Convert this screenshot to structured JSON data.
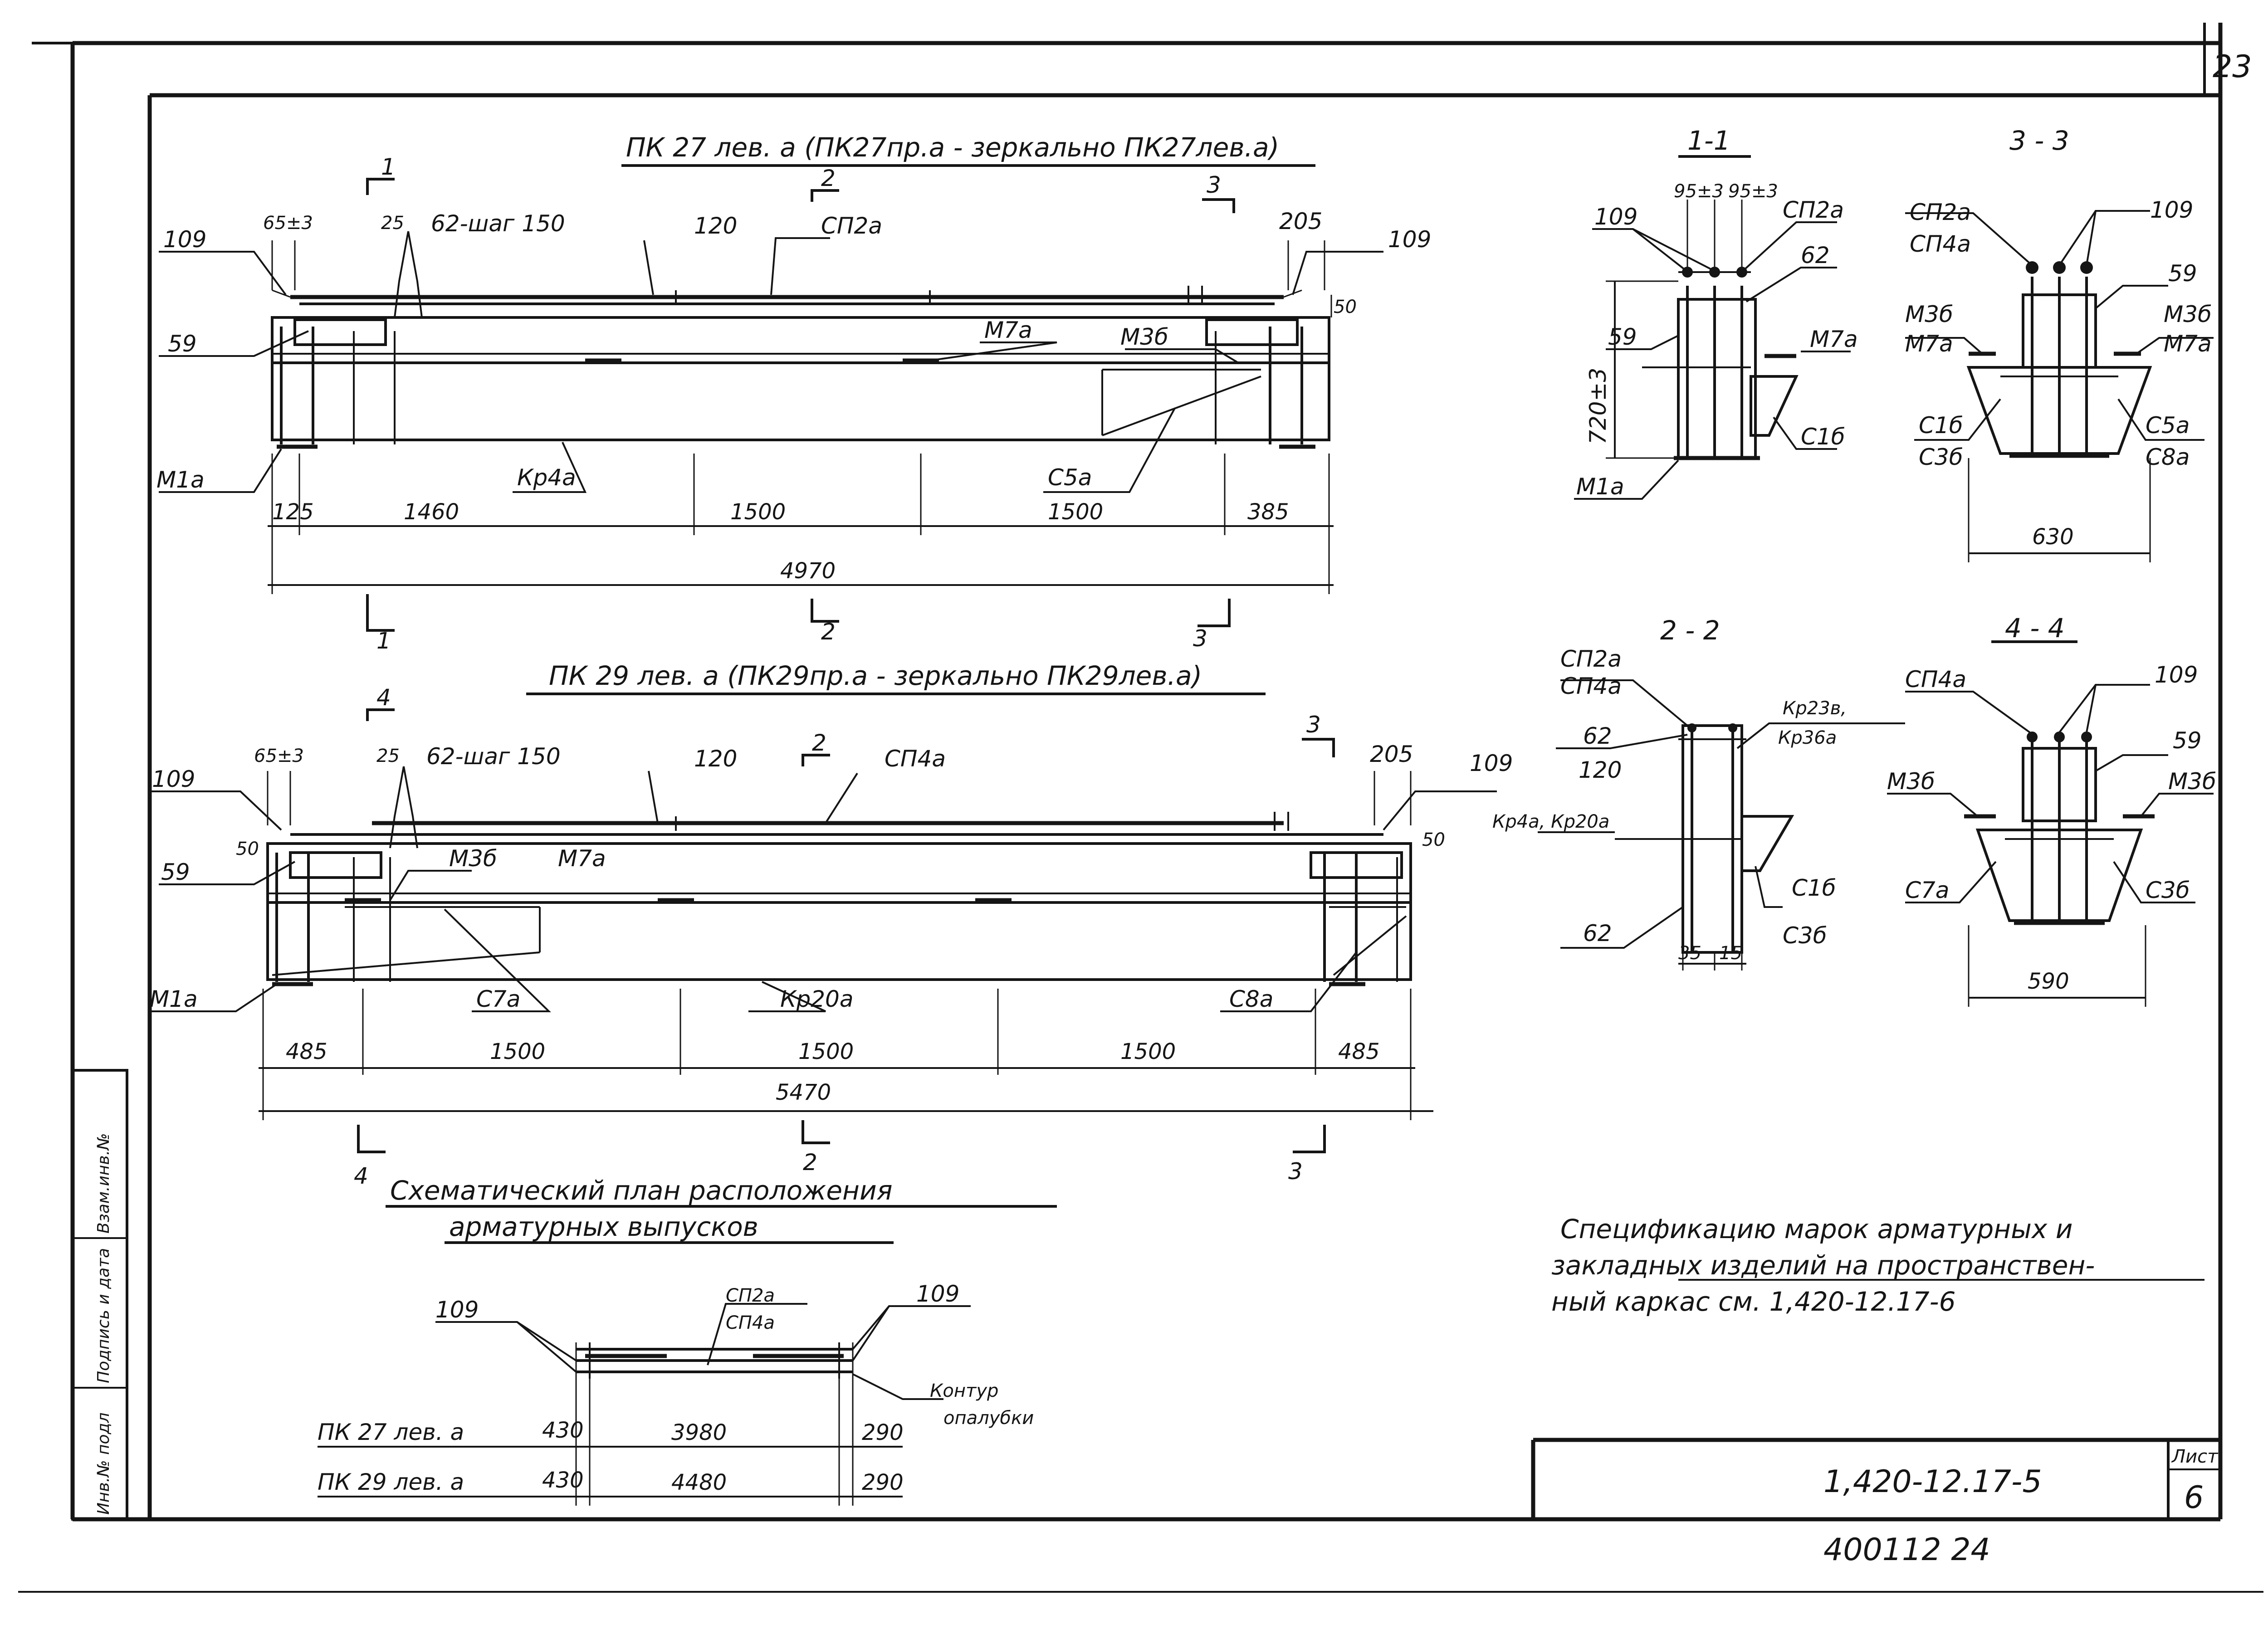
{
  "sheet": {
    "page_number": "23",
    "sheet_label": "Лист",
    "sheet_number": "6",
    "code": "1,420-12.17-5",
    "bottom_stamp": "400112 24",
    "side_stamp": [
      "Инв.№ подл",
      "Подпись и дата",
      "Взам.инв.№"
    ]
  },
  "beam1": {
    "title": "ПК 27 лев. а (ПК27пр.а - зеркально ПК27лев.а)",
    "labels": {
      "l109a": "109",
      "l59": "59",
      "lM1a": "М1а",
      "l65": "65±3",
      "l25": "25",
      "l62": "62-шаг 150",
      "l120": "120",
      "lSP2a": "СП2а",
      "l205": "205",
      "l109b": "109",
      "l50": "50",
      "lM7a": "М7а",
      "lM3b": "М3б",
      "lKr4a": "Кр4а",
      "lC5a": "С5а"
    },
    "dims": [
      "125",
      "1460",
      "1500",
      "1500",
      "385"
    ],
    "total": "4970",
    "cuts": [
      "1",
      "2",
      "3"
    ]
  },
  "beam2": {
    "title": "ПК 29 лев. а (ПК29пр.а - зеркально ПК29лев.а)",
    "labels": {
      "l109a": "109",
      "l50a": "50",
      "l59": "59",
      "lM1a": "М1а",
      "l65": "65±3",
      "l25": "25",
      "l62": "62-шаг 150",
      "l120": "120",
      "lSP4a": "СП4а",
      "l205": "205",
      "l109b": "109",
      "l50b": "50",
      "lM3b": "М3б",
      "lM7a": "М7а",
      "lC7a": "С7а",
      "lKr20a": "Кр20а",
      "lC8a": "С8а"
    },
    "dims": [
      "485",
      "1500",
      "1500",
      "1500",
      "485"
    ],
    "total": "5470",
    "cuts": [
      "4",
      "2",
      "3"
    ]
  },
  "sec11": {
    "title": "1-1",
    "labels": {
      "l109": "109",
      "l95a": "95±3",
      "l95b": "95±3",
      "lSP2a": "СП2а",
      "l62": "62",
      "l720": "720±3",
      "l59": "59",
      "lM7a": "М7а",
      "lC1b": "С1б",
      "lM1a": "М1а"
    }
  },
  "sec33": {
    "title": "3 - 3",
    "labels": {
      "lSP2a": "СП2а",
      "lSP4a": "СП4а",
      "l109": "109",
      "l59": "59",
      "lM3b1": "М3б",
      "lM7a1": "М7а",
      "lM3b2": "М3б",
      "lM7a2": "М7а",
      "lC1b": "С1б",
      "lC3b": "С3б",
      "lC5a": "С5а",
      "lC8a": "С8а",
      "w": "630"
    }
  },
  "sec22": {
    "title": "2 - 2",
    "labels": {
      "lSP2a": "СП2а",
      "lSP4a": "СП4а",
      "l62a": "62",
      "l120": "120",
      "lKr23": "Кр23в,",
      "lKr36": "Кр36а",
      "lKr4": "Кр4а, Кр20а",
      "lC1b": "С1б",
      "lC3b": "С3б",
      "l62b": "62",
      "d35": "35",
      "d15": "15"
    }
  },
  "sec44": {
    "title": "4 - 4",
    "labels": {
      "lSP4a": "СП4а",
      "l109": "109",
      "l59": "59",
      "lM3b1": "М3б",
      "lM3b2": "М3б",
      "lC7a": "С7а",
      "lC3b": "С3б",
      "w": "590"
    }
  },
  "plan": {
    "title_line1": "Схематический план расположения",
    "title_line2": "арматурных выпусков",
    "l109a": "109",
    "lSP2a": "СП2а",
    "lSP4a": "СП4а",
    "l109b": "109",
    "contour1": "Контур",
    "contour2": "опалубки",
    "rows": [
      {
        "name": "ПК 27 лев. а",
        "left": "430",
        "mid": "3980",
        "right": "290"
      },
      {
        "name": "ПК 29 лев. а",
        "left": "430",
        "mid": "4480",
        "right": "290"
      }
    ]
  },
  "note": {
    "line1": "Спецификацию марок арматурных и",
    "line2": "закладных изделий на пространствен-",
    "line3": "ный каркас см. 1,420-12.17-6"
  }
}
